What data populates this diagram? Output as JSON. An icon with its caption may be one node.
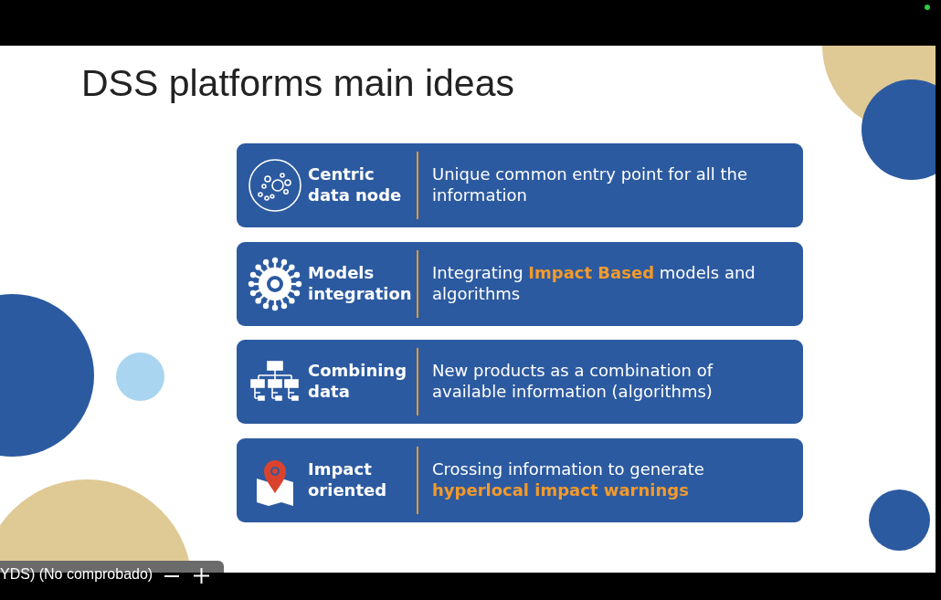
{
  "diagram": {
    "title": "DSS platforms main ideas",
    "nodes": [
      {
        "text": [
          "Centric data node",
          "Unique common entry point for all the information"
        ]
      },
      {
        "text": [
          "Models integration",
          "Integrating **Impact Based** models and algorithms"
        ]
      },
      {
        "text": [
          "Combining data",
          "New products as a combination of available information (algorithms)"
        ]
      },
      {
        "text": [
          "Impact oriented",
          "Crossing information to generate **hyperlocal impact warnings**"
        ]
      }
    ],
    "labels": [
      "YDS) (No comprobado)"
    ]
  }
}
